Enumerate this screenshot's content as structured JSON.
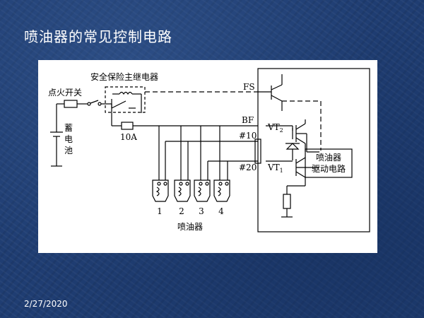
{
  "slide": {
    "title": "喷油器的常见控制电路",
    "date": "2/27/2020"
  },
  "diagram": {
    "relay_label": "安全保险主继电器",
    "ignition_label": "点火开关",
    "battery_label": [
      "蓄",
      "电",
      "池"
    ],
    "fuse_label": "10A",
    "pin_fs": "FS",
    "pin_bf": "BF",
    "pin_10": "#10",
    "pin_20": "#20",
    "vt2_label": "VT",
    "vt2_sub": "2",
    "vt1_label": "VT",
    "vt1_sub": "1",
    "driver_line1": "喷油器",
    "driver_line2": "驱动电路",
    "injector_numbers": [
      "1",
      "2",
      "3",
      "4"
    ],
    "injectors_label": "喷油器"
  },
  "colors": {
    "background": "#1f3d72",
    "panel": "#ffffff",
    "title": "#ffffff",
    "line": "#000000"
  }
}
